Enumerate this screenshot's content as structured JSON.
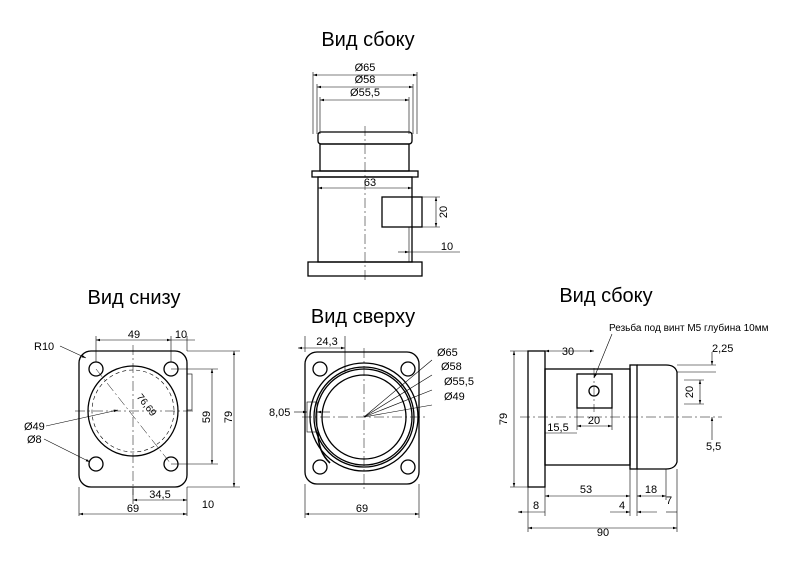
{
  "views": {
    "side_top": {
      "title": "Вид сбоку",
      "dims": {
        "d65": "Ø65",
        "d58": "Ø58",
        "d55": "Ø55,5",
        "w63": "63",
        "h20": "20",
        "h10": "10"
      }
    },
    "bottom": {
      "title": "Вид снизу",
      "dims": {
        "r10": "R10",
        "w49": "49",
        "w10": "10",
        "diag": "76,69",
        "h59": "59",
        "h79": "79",
        "d49": "Ø49",
        "d8": "Ø8",
        "w34": "34,5",
        "w69": "69",
        "w10b": "10"
      }
    },
    "top": {
      "title": "Вид сверху",
      "dims": {
        "w24": "24,3",
        "d65": "Ø65",
        "d58": "Ø58",
        "d55": "Ø55,5",
        "d49": "Ø49",
        "w8": "8,05",
        "w69": "69"
      }
    },
    "side_right": {
      "title": "Вид сбоку",
      "note": "Резьба под винт  M5 глубина 10мм",
      "dims": {
        "w30": "30",
        "h79": "79",
        "w15": "15,5",
        "w20": "20",
        "r225": "2,25",
        "h20": "20",
        "r55": "5,5",
        "w53": "53",
        "w18": "18",
        "w8": "8",
        "w4": "4",
        "w7": "7",
        "w90": "90"
      }
    }
  }
}
